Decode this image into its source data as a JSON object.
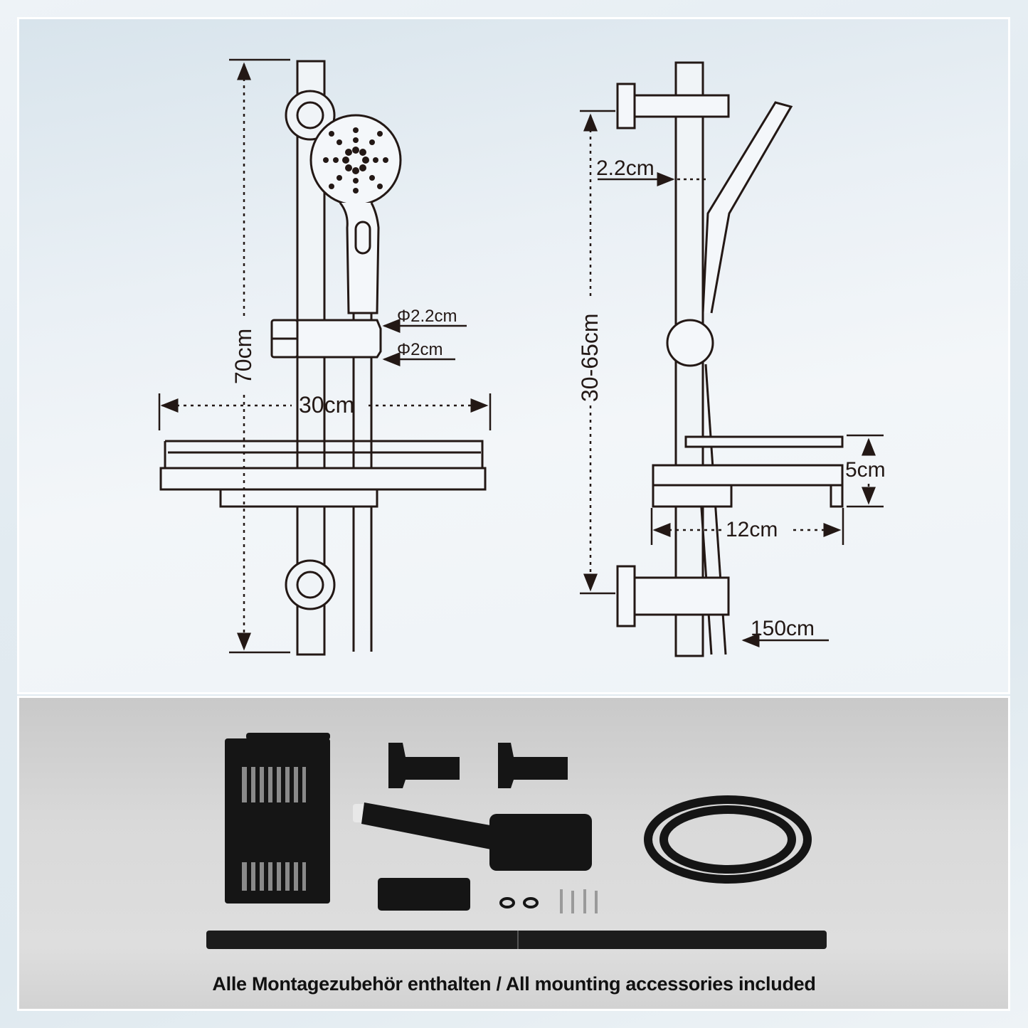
{
  "front_view": {
    "height_label": "70cm",
    "width_label": "30cm",
    "slider_outer_diameter": "Φ2.2cm",
    "rail_diameter": "Φ2cm"
  },
  "side_view": {
    "adjust_range_label": "30-65cm",
    "rail_offset_label": "2.2cm",
    "shelf_height_label": "5cm",
    "shelf_depth_label": "12cm",
    "hose_length_label": "150cm"
  },
  "accessories": {
    "items": [
      "shelf-basket",
      "wall-bracket",
      "wall-bracket",
      "hand-shower",
      "shower-hose",
      "slider-holder",
      "washers",
      "screws-and-dowels",
      "slide-rail"
    ],
    "caption": "Alle Montagezubehör enthalten / All mounting accessories included"
  },
  "colors": {
    "line": "#231815",
    "product": "#151515",
    "top_bg": "#eaf0f5",
    "bottom_bg": "#d6d6d6"
  }
}
